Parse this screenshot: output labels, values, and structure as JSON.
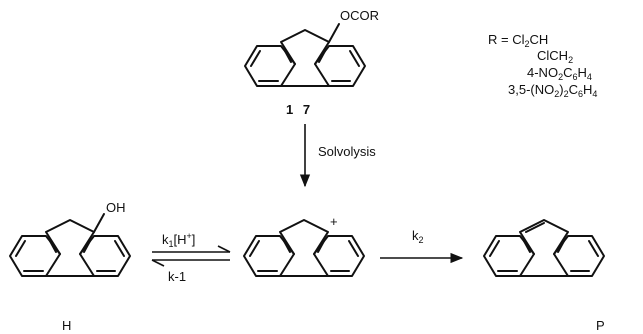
{
  "top_compound": {
    "substituent": "OCOR",
    "number": "1 7"
  },
  "r_groups": {
    "title": "R = Cl",
    "title_sub": "2",
    "title_tail": "CH",
    "items": [
      {
        "a": "ClCH",
        "a_sub": "2",
        "b": "",
        "b_sub": "",
        "c": ""
      },
      {
        "a": "4-NO",
        "a_sub": "2",
        "b": "C",
        "b_sub": "6",
        "c": "H",
        "c_sub": "4"
      },
      {
        "a": "3,5-(NO",
        "a_sub": "2",
        "b": ")",
        "b_sub": "2",
        "c": "C",
        "c_sub": "6",
        "d": "H",
        "d_sub": "4"
      }
    ]
  },
  "solvolysis_label": "Solvolysis",
  "left_compound": {
    "substituent": "OH",
    "label": "H"
  },
  "cation": {
    "charge": "+"
  },
  "forward_rate": {
    "k": "k",
    "k_sub": "1",
    "bracket_open": "[H",
    "sup": "+",
    "bracket_close": "]"
  },
  "reverse_rate": "k-1",
  "k2_label": {
    "k": "k",
    "k_sub": "2"
  },
  "product": {
    "label": "P"
  }
}
